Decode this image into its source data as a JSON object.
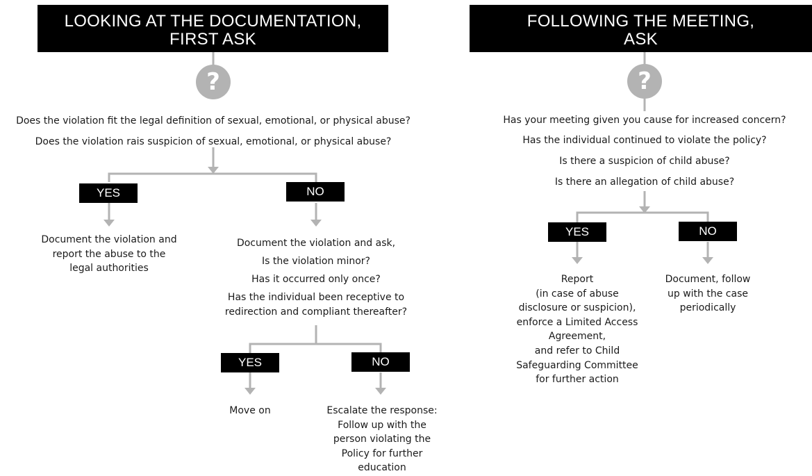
{
  "left": {
    "heading": [
      "LOOKING AT THE DOCUMENTATION,",
      "FIRST ASK"
    ],
    "icon": "question-circle-icon",
    "questions": [
      "Does the violation fit the legal definition of sexual, emotional, or physical abuse?",
      "Does the violation rais suspicion of sexual, emotional, or physical abuse?"
    ],
    "yes_label": "YES",
    "no_label": "NO",
    "yes_outcome": [
      "Document the violation and",
      "report the abuse to the",
      "legal authorities"
    ],
    "no_followup": [
      "Document the violation and ask,",
      "Is the violation minor?",
      "Has it occurred only once?",
      "Has the individual been receptive to",
      "redirection and compliant thereafter?"
    ],
    "sub_yes_label": "YES",
    "sub_no_label": "NO",
    "sub_yes_outcome": [
      "Move on"
    ],
    "sub_no_outcome": [
      "Escalate the response:",
      "Follow up with the",
      "person violating the",
      "Policy for further",
      "education"
    ]
  },
  "right": {
    "heading": [
      "FOLLOWING THE MEETING,",
      "ASK"
    ],
    "icon": "question-circle-icon",
    "questions": [
      "Has your meeting given you cause for increased concern?",
      "Has the individual continued to violate the policy?",
      "Is there a suspicion of child abuse?",
      "Is there an allegation of child abuse?"
    ],
    "yes_label": "YES",
    "no_label": "NO",
    "yes_outcome": [
      "Report",
      "(in case of abuse",
      "disclosure or suspicion),",
      "enforce a Limited Access",
      "Agreement,",
      "and refer to Child",
      "Safeguarding Committee",
      "for further action"
    ],
    "no_outcome": [
      "Document, follow",
      "up with the case",
      "periodically"
    ]
  },
  "colors": {
    "banner": "#000000",
    "connector": "#b3b3b3",
    "icon": "#b3b3b3",
    "text": "#1a1a1a"
  }
}
